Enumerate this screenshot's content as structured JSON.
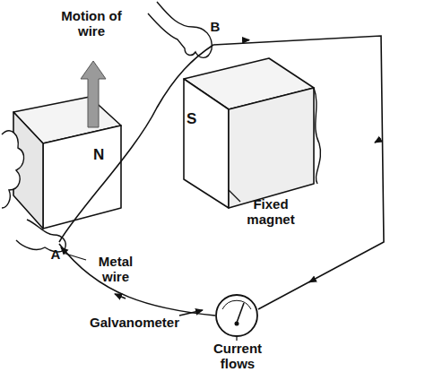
{
  "diagram": {
    "nodes": [
      {
        "text": [
          "N"
        ]
      },
      {
        "text": [
          "S"
        ]
      }
    ],
    "labels": [
      "Motion of wire",
      "B",
      "A",
      "Metal wire",
      "Fixed magnet",
      "Galvanometer",
      "Current flows"
    ]
  }
}
